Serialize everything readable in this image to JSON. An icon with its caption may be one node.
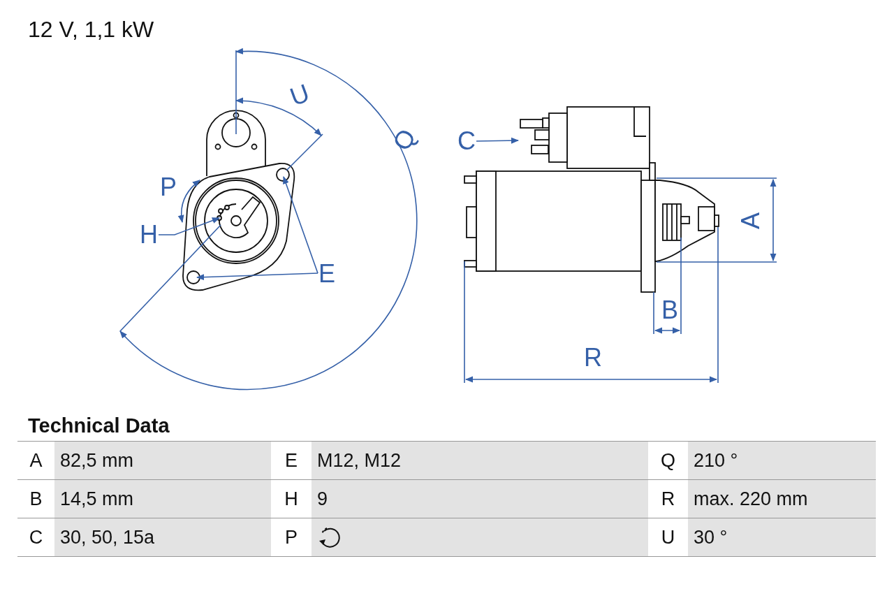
{
  "diagram": {
    "title": "12 V, 1,1 kW",
    "nodes": [
      {
        "text": [
          "C"
        ]
      },
      {
        "text": [
          "H"
        ]
      },
      {
        "text": [
          "E"
        ]
      },
      {
        "text": [],
        "shape": "picture"
      }
    ],
    "edges": [
      {
        "from": 0,
        "to": 3,
        "arrow": "to"
      },
      {
        "from": 1,
        "to": null,
        "arrow": "to"
      },
      {
        "from": 2,
        "to": null,
        "arrow": "to"
      },
      {
        "from": 2,
        "to": null,
        "arrow": "to"
      }
    ],
    "labels": [
      "U",
      "Q",
      "P",
      "A",
      "B",
      "R",
      "Technical Data",
      "A",
      "82,5 mm",
      "E",
      "M12, M12",
      "Q",
      "210 °",
      "B",
      "14,5 mm",
      "H",
      "9",
      "R",
      "max. 220 mm",
      "C",
      "30, 50, 15a",
      "P",
      "U",
      "30 °"
    ]
  }
}
